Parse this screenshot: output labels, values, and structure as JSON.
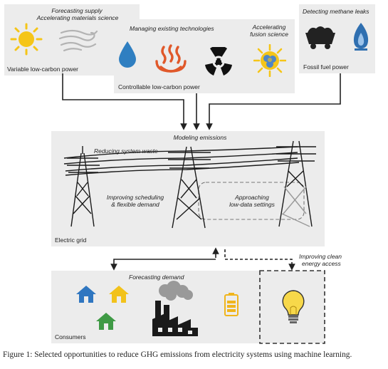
{
  "variable": {
    "forecasting_supply": "Forecasting supply",
    "accelerating_materials": "Accelerating materials science",
    "title": "Variable low-carbon power"
  },
  "controllable": {
    "managing": "Managing existing technologies",
    "accelerating_fusion_1": "Accelerating",
    "accelerating_fusion_2": "fusion science",
    "title": "Controllable low-carbon power"
  },
  "fossil": {
    "detecting": "Detecting methane leaks",
    "title": "Fossil fuel power"
  },
  "grid": {
    "modeling": "Modeling emissions",
    "reducing": "Reducing system waste",
    "scheduling_1": "Improving scheduling",
    "scheduling_2": "& flexible demand",
    "approaching_1": "Approaching",
    "approaching_2": "low-data settings",
    "title": "Electric grid"
  },
  "access": {
    "line1": "Improving clean",
    "line2": "energy access"
  },
  "consumers": {
    "forecasting_demand": "Forecasting demand",
    "title": "Consumers"
  },
  "caption": "Figure 1: Selected opportunities to reduce GHG emissions from electricity systems using machine learning.",
  "colors": {
    "panel": "#ececec",
    "sun": "#f5c518",
    "water": "#2f7fc1",
    "heat": "#e0582a",
    "house_blue": "#2f76c0",
    "house_yellow": "#f2c21b",
    "house_green": "#3f9a45",
    "battery": "#f0b51c",
    "bulb": "#f7d84a"
  }
}
